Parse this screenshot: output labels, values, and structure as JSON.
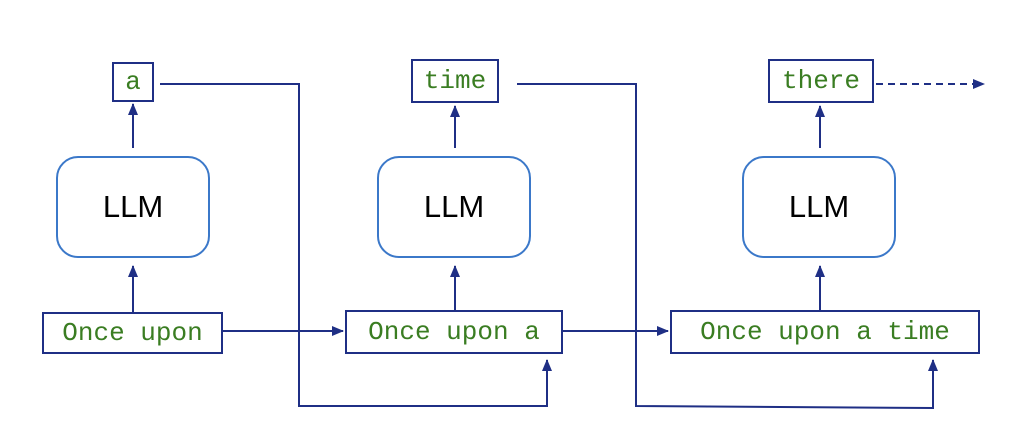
{
  "stages": [
    {
      "input": "Once upon",
      "model": "LLM",
      "output": "a"
    },
    {
      "input": "Once upon a",
      "model": "LLM",
      "output": "time"
    },
    {
      "input": "Once upon a time",
      "model": "LLM",
      "output": "there"
    }
  ],
  "colors": {
    "arrow": "#1f2f85",
    "token_text": "#3a7d22",
    "llm_border": "#3b78c9",
    "model_text": "#000000"
  }
}
